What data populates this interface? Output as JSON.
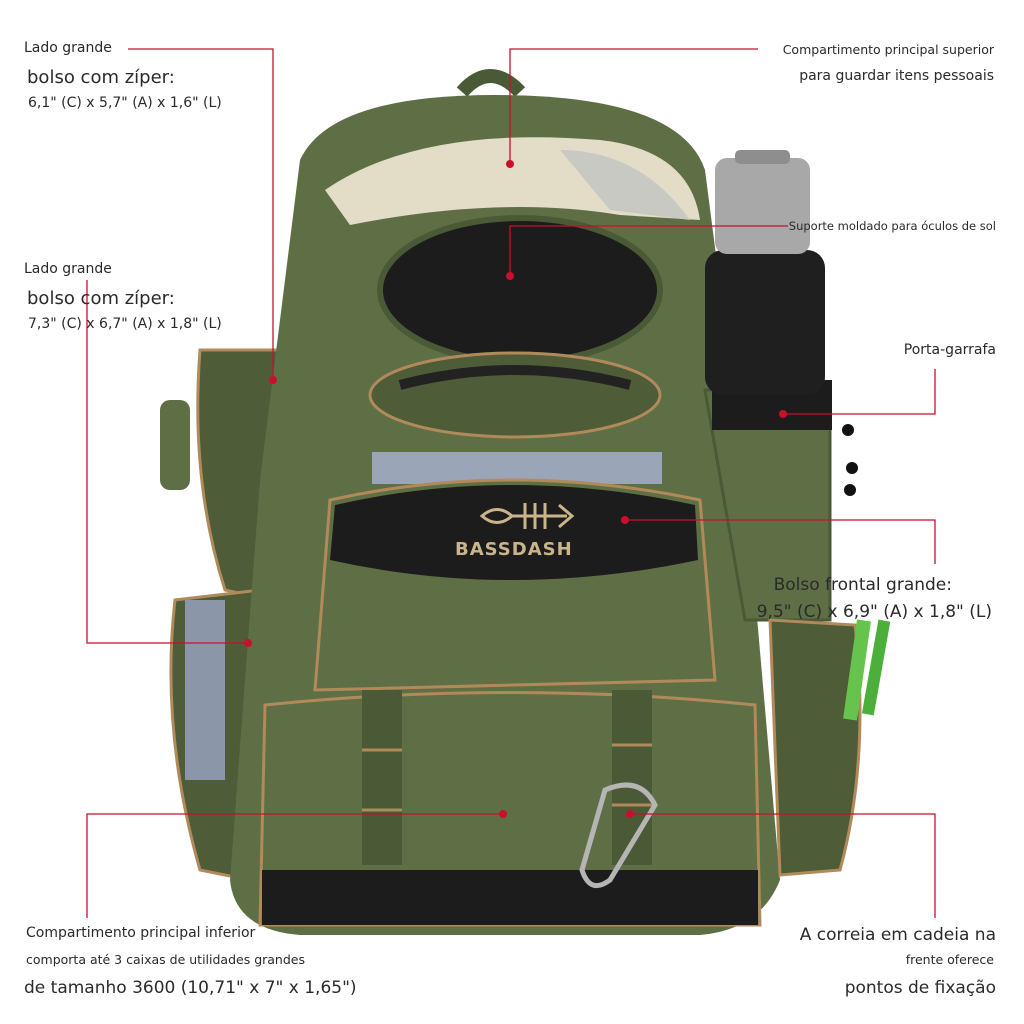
{
  "brand": "BASSDASH",
  "colors": {
    "bag_green": "#5f6f45",
    "bag_dark_green": "#4a5936",
    "trim_tan": "#b08a5a",
    "black_panel": "#1c1c1c",
    "callout_red": "#c8102e"
  },
  "callouts": {
    "top_left": {
      "line1": "Lado grande",
      "line2": "bolso com zíper:",
      "line3": "6,1\" (C) x 5,7\" (A) x 1,6\" (L)"
    },
    "mid_left": {
      "line1": "Lado grande",
      "line2": "bolso com zíper:",
      "line3": "7,3\" (C) x 6,7\" (A) x 1,8\" (L)"
    },
    "top_right": {
      "line1": "Compartimento principal superior",
      "line2": "para guardar itens pessoais"
    },
    "sunglasses": {
      "line1": "Suporte moldado para óculos de sol"
    },
    "bottle": {
      "line1": "Porta-garrafa"
    },
    "front_pocket": {
      "line1": "Bolso frontal grande:",
      "line2": "9,5\" (C) x 6,9\" (A) x 1,8\" (L)"
    },
    "bottom_left": {
      "line1": "Compartimento principal inferior",
      "line2": "comporta até 3 caixas de utilidades grandes",
      "line3": "de tamanho 3600 (10,71\" x 7\" x 1,65\")"
    },
    "bottom_right": {
      "line1": "A correia em cadeia na",
      "line2": "frente oferece",
      "line3": "pontos de fixação"
    }
  }
}
